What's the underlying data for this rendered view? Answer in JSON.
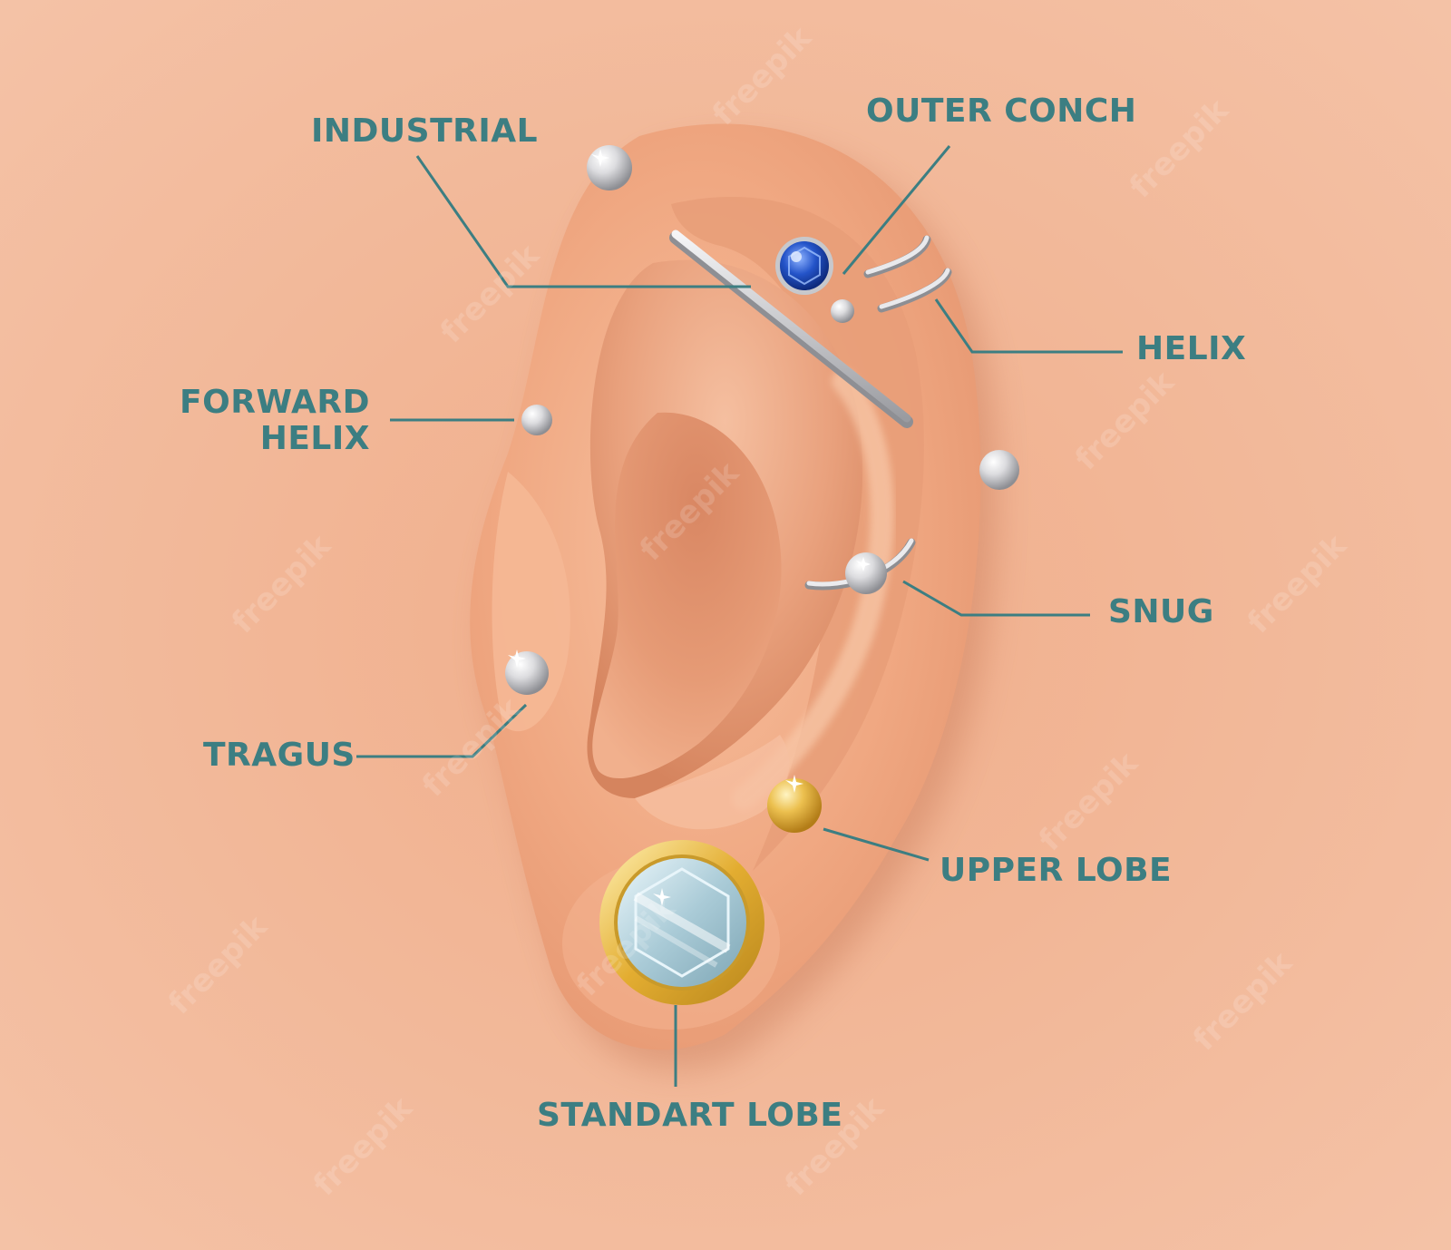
{
  "colors": {
    "background": "#f1b898",
    "skin": "#f0ab86",
    "skin_shadow": "#d98763",
    "label_text": "#3c7e82",
    "leader_line": "#3c7e82",
    "steel": "#d6d6d8",
    "sapphire": "#1f47b8",
    "gold": "#e7b43a",
    "crystal": "#b5d3de"
  },
  "labels": {
    "industrial": "INDUSTRIAL",
    "outer_conch": "OUTER CONCH",
    "helix": "HELIX",
    "forward_helix_line1": "FORWARD",
    "forward_helix_line2": "HELIX",
    "snug": "SNUG",
    "tragus": "TRAGUS",
    "upper_lobe": "UPPER LOBE",
    "standart_lobe": "STANDART LOBE"
  },
  "watermark": "freepik",
  "icons": {
    "stud": "silver-ball-stud-icon",
    "ring": "silver-hoop-ring-icon",
    "gem": "sapphire-gem-icon",
    "plug": "gold-crystal-plug-icon",
    "barbell": "industrial-barbell-icon"
  }
}
